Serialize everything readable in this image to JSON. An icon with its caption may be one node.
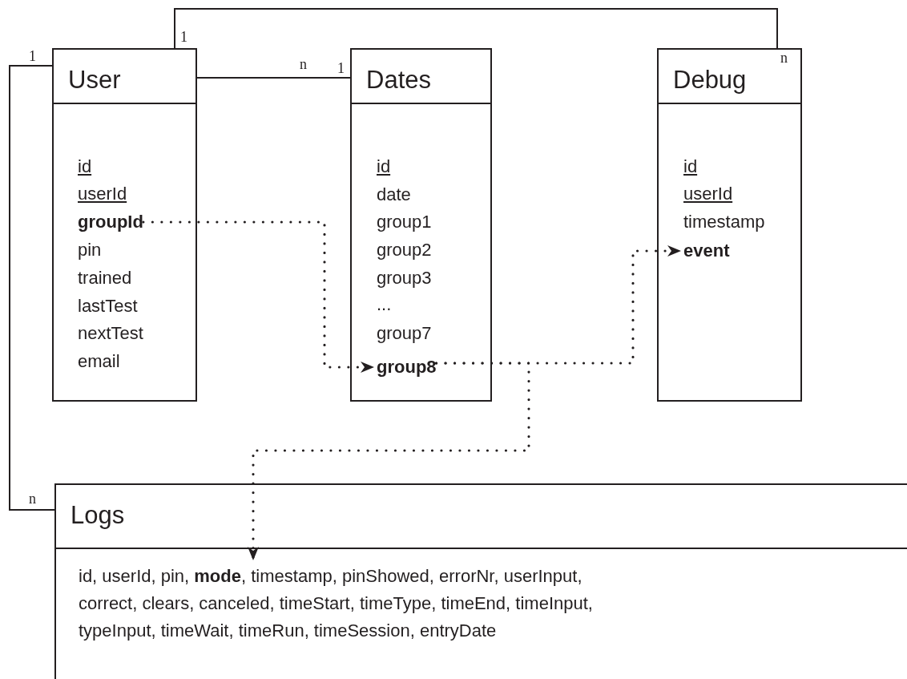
{
  "diagram": {
    "nodes": [
      {
        "text": [
          "User"
        ]
      },
      {
        "text": [
          "id"
        ],
        "in": 0
      },
      {
        "text": [
          "userId"
        ],
        "in": 0
      },
      {
        "text": [
          "groupId"
        ],
        "in": 0
      },
      {
        "text": [
          "pin"
        ],
        "in": 0
      },
      {
        "text": [
          "trained"
        ],
        "in": 0
      },
      {
        "text": [
          "lastTest"
        ],
        "in": 0
      },
      {
        "text": [
          "nextTest"
        ],
        "in": 0
      },
      {
        "text": [
          "email"
        ],
        "in": 0
      },
      {
        "text": [
          "Dates"
        ]
      },
      {
        "text": [
          "id"
        ],
        "in": 9
      },
      {
        "text": [
          "date"
        ],
        "in": 9
      },
      {
        "text": [
          "group1"
        ],
        "in": 9
      },
      {
        "text": [
          "group2"
        ],
        "in": 9
      },
      {
        "text": [
          "group3"
        ],
        "in": 9
      },
      {
        "text": [
          "..."
        ],
        "in": 9
      },
      {
        "text": [
          "group7"
        ],
        "in": 9
      },
      {
        "text": [
          "group8"
        ],
        "in": 9
      },
      {
        "text": [
          "Debug"
        ]
      },
      {
        "text": [
          "id"
        ],
        "in": 18
      },
      {
        "text": [
          "userId"
        ],
        "in": 18
      },
      {
        "text": [
          "timestamp"
        ],
        "in": 18
      },
      {
        "text": [
          "event"
        ],
        "in": 18
      },
      {
        "text": [
          "Logs",
          "id, userId, pin, **mode**, timestamp, pinShowed, errorNr, userInput, correct, clears, canceled, timeStart, timeType, timeEnd, timeInput, typeInput, timeWait, timeRun, timeSession, entryDate"
        ]
      }
    ],
    "edges": [
      {
        "from": 0,
        "to": 9,
        "arrow": "none"
      },
      {
        "from": 0,
        "to": 18,
        "arrow": "none"
      },
      {
        "from": 0,
        "to": 23,
        "arrow": "none"
      },
      {
        "from": 3,
        "to": 17,
        "arrow": "to",
        "style": "dashed"
      },
      {
        "from": 17,
        "to": 22,
        "arrow": "to",
        "style": "dashed"
      },
      {
        "from": 17,
        "to": 23,
        "arrow": "to",
        "style": "dashed"
      }
    ],
    "labels": [
      "1",
      "1",
      "n",
      "n",
      "1",
      "n"
    ]
  }
}
